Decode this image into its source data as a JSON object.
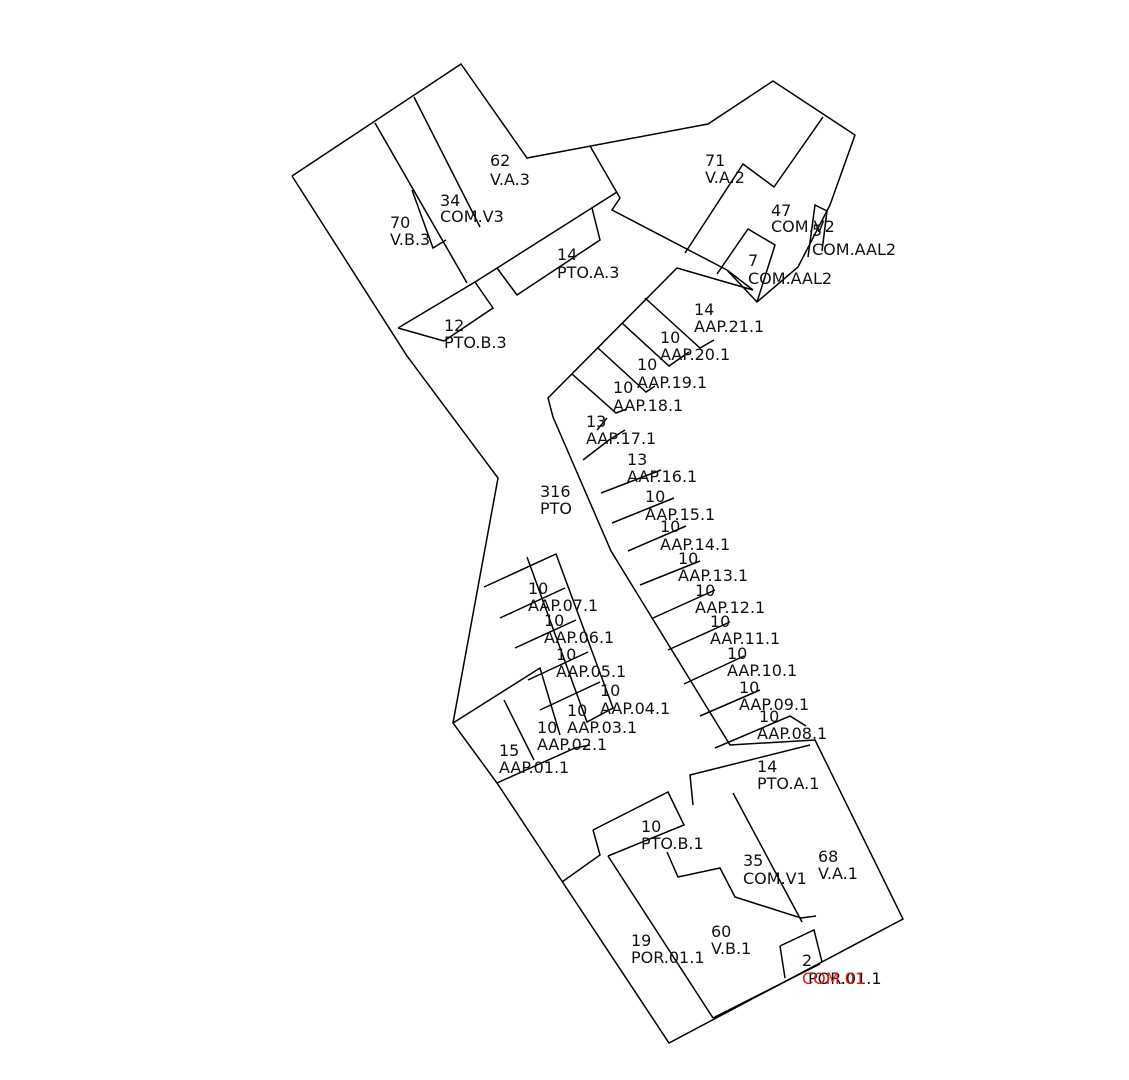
{
  "colors": {
    "line": "#000000",
    "label": "#111111",
    "highlight": "#d42020"
  },
  "units": [
    {
      "id": "va3",
      "area": "62",
      "code": "V.A.3"
    },
    {
      "id": "va2",
      "area": "71",
      "code": "V.A.2"
    },
    {
      "id": "vb3",
      "area": "70",
      "code": "V.B.3"
    },
    {
      "id": "comv3",
      "area": "34",
      "code": "COM.V3"
    },
    {
      "id": "ptoa3",
      "area": "14",
      "code": "PTO.A.3"
    },
    {
      "id": "comv2",
      "area": "47",
      "code": "COM.V2"
    },
    {
      "id": "comaal2a",
      "area": "5",
      "code": "COM.AAL2"
    },
    {
      "id": "comaal2b",
      "area": "7",
      "code": "COM.AAL2"
    },
    {
      "id": "ptob3",
      "area": "12",
      "code": "PTO.B.3"
    },
    {
      "id": "aap21",
      "area": "14",
      "code": "AAP.21.1"
    },
    {
      "id": "aap20",
      "area": "10",
      "code": "AAP.20.1"
    },
    {
      "id": "aap19",
      "area": "10",
      "code": "AAP.19.1"
    },
    {
      "id": "aap18",
      "area": "10",
      "code": "AAP.18.1"
    },
    {
      "id": "aap17",
      "area": "13",
      "code": "AAP.17.1"
    },
    {
      "id": "aap16",
      "area": "13",
      "code": "AAP.16.1"
    },
    {
      "id": "pto",
      "area": "316",
      "code": "PTO"
    },
    {
      "id": "aap15",
      "area": "10",
      "code": "AAP.15.1"
    },
    {
      "id": "aap14",
      "area": "10",
      "code": "AAP.14.1"
    },
    {
      "id": "aap13",
      "area": "10",
      "code": "AAP.13.1"
    },
    {
      "id": "aap12",
      "area": "10",
      "code": "AAP.12.1"
    },
    {
      "id": "aap11",
      "area": "10",
      "code": "AAP.11.1"
    },
    {
      "id": "aap10",
      "area": "10",
      "code": "AAP.10.1"
    },
    {
      "id": "aap09",
      "area": "10",
      "code": "AAP.09.1"
    },
    {
      "id": "aap08",
      "area": "10",
      "code": "AAP.08.1"
    },
    {
      "id": "aap07",
      "area": "10",
      "code": "AAP.07.1"
    },
    {
      "id": "aap06",
      "area": "10",
      "code": "AAP.06.1"
    },
    {
      "id": "aap05",
      "area": "10",
      "code": "AAP.05.1"
    },
    {
      "id": "aap04",
      "area": "10",
      "code": "AAP.04.1"
    },
    {
      "id": "aap03",
      "area": "10",
      "code": "AAP.03.1"
    },
    {
      "id": "aap02",
      "area": "10",
      "code": "AAP.02.1"
    },
    {
      "id": "aap01",
      "area": "15",
      "code": "AAP.01.1"
    },
    {
      "id": "ptoa1",
      "area": "14",
      "code": "PTO.A.1"
    },
    {
      "id": "ptob1",
      "area": "10",
      "code": "PTO.B.1"
    },
    {
      "id": "comv1",
      "area": "35",
      "code": "COM.V1"
    },
    {
      "id": "va1",
      "area": "68",
      "code": "V.A.1"
    },
    {
      "id": "por01",
      "area": "19",
      "code": "POR.01.1"
    },
    {
      "id": "vb1",
      "area": "60",
      "code": "V.B.1"
    },
    {
      "id": "por01b",
      "area": "2",
      "code": "POR.01.1"
    },
    {
      "id": "com01",
      "area": "",
      "code": "COM.01"
    }
  ]
}
